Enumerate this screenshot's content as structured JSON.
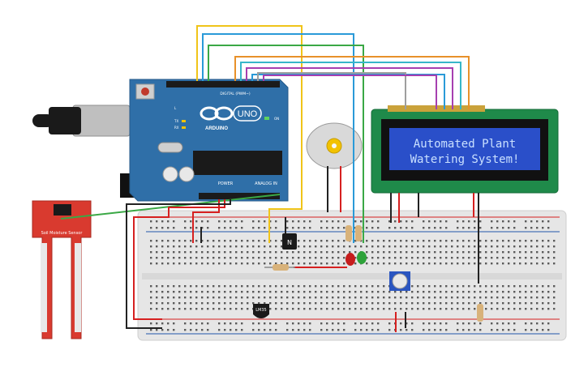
{
  "board": {
    "logo": "UNO",
    "brand": "ARDUINO",
    "digital_header": "DIGITAL (PWM~)",
    "analog_header": "ANALOG IN",
    "power_header": "POWER",
    "on_label": "ON",
    "tx_label": "TX",
    "rx_label": "RX",
    "l_label": "L"
  },
  "lcd": {
    "line1": "Automated Plant",
    "line2": "Watering System!"
  },
  "soil_sensor": {
    "label": "Soil Moisture Sensor"
  },
  "components": {
    "transistor_label": "N",
    "temp_sensor_label": "LM35"
  },
  "colors": {
    "board": "#2f6fa8",
    "lcd_pcb": "#1f8a4a",
    "lcd_screen": "#2a4fc9",
    "soil_sensor": "#d93a2f",
    "breadboard": "#e9e9e9",
    "wire_yellow": "#f0c419",
    "wire_blue": "#2a9ad8",
    "wire_green": "#3aa845",
    "wire_orange": "#e8912a",
    "wire_cyan": "#37b6c9",
    "wire_purple": "#a63fb0",
    "wire_gray": "#9e9e9e",
    "wire_red": "#d62020",
    "wire_black": "#222222"
  }
}
